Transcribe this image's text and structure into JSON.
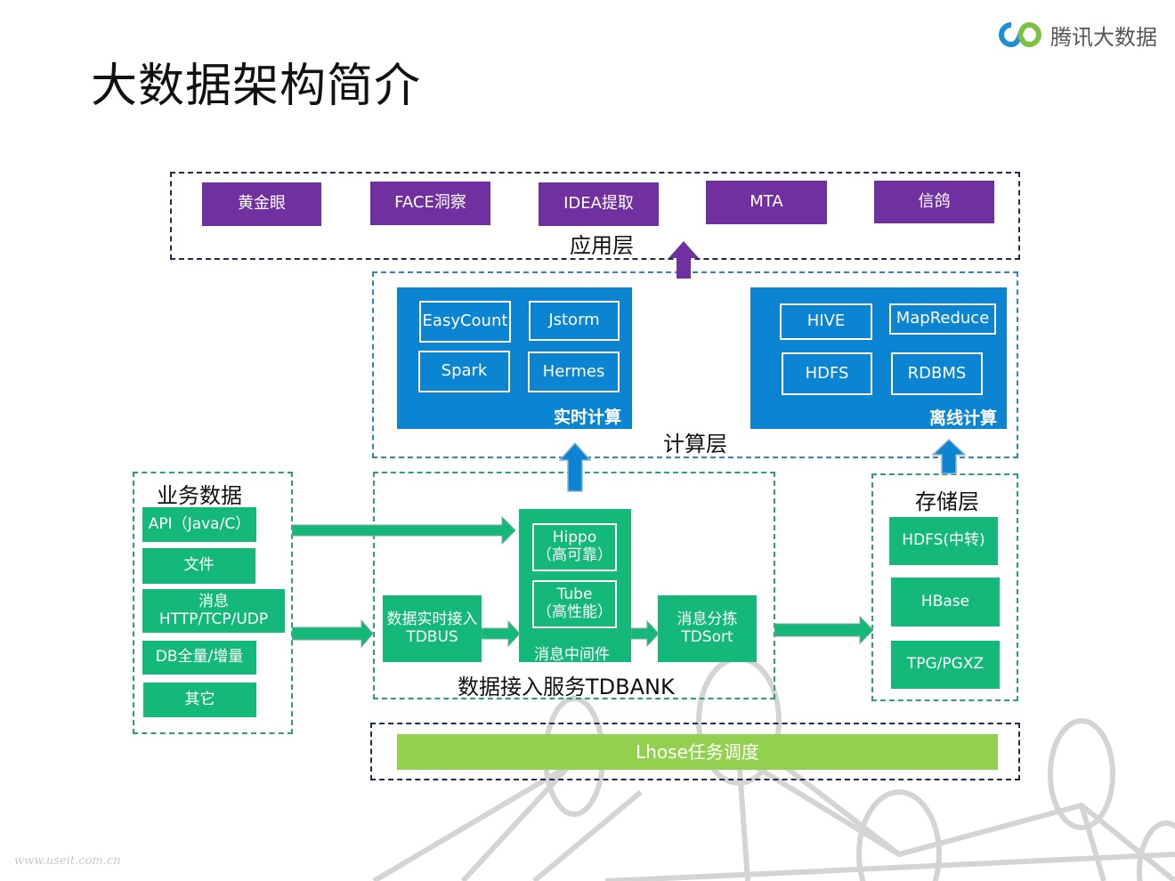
{
  "slide": {
    "title": "大数据架构简介",
    "brand": {
      "name": "腾讯大数据",
      "logo_colors": [
        "#1a8fd8",
        "#7cc242"
      ]
    },
    "watermark": "www.useit.com.cn"
  },
  "colors": {
    "app_purple": "#7030a0",
    "compute_blue": "#0b85d1",
    "data_green": "#14b97a",
    "schedule_lime": "#92d050",
    "frame_navy": "#1f2d4d"
  },
  "app_layer": {
    "label": "应用层",
    "items": [
      "黄金眼",
      "FACE洞察",
      "IDEA提取",
      "MTA",
      "信鸽"
    ]
  },
  "compute_layer": {
    "label": "计算层",
    "realtime": {
      "caption": "实时计算",
      "items": [
        "EasyCount",
        "Jstorm",
        "Spark",
        "Hermes"
      ]
    },
    "offline": {
      "caption": "离线计算",
      "items": [
        "HIVE",
        "MapReduce",
        "HDFS",
        "RDBMS"
      ]
    }
  },
  "business_data": {
    "label": "业务数据",
    "items": [
      "API（Java/C）",
      "文件",
      "消息",
      "HTTP/TCP/UDP",
      "DB全量/增量",
      "其它"
    ]
  },
  "tdbank": {
    "label": "数据接入服务TDBANK",
    "tdbus": {
      "line1": "数据实时接入",
      "line2": "TDBUS"
    },
    "middleware": {
      "caption": "消息中间件",
      "hippo": {
        "name": "Hippo",
        "desc": "（高可靠）"
      },
      "tube": {
        "name": "Tube",
        "desc": "（高性能）"
      }
    },
    "tdsort": {
      "line1": "消息分拣",
      "line2": "TDSort"
    }
  },
  "storage_layer": {
    "label": "存储层",
    "items": [
      "HDFS(中转)",
      "HBase",
      "TPG/PGXZ"
    ]
  },
  "scheduler": {
    "label": "Lhose任务调度"
  }
}
